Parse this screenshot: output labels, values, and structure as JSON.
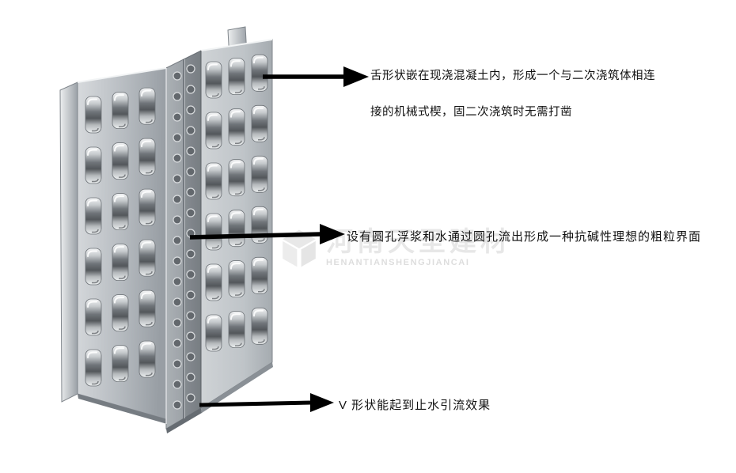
{
  "page": {
    "background": "#ffffff"
  },
  "annotations": [
    {
      "id": "tongue-note",
      "lines": [
        "舌形状嵌在现浇混凝土内，形成一个与二次浇筑体相连",
        "接的机械式楔，固二次浇筑时无需打凿"
      ]
    },
    {
      "id": "holes-note",
      "lines": [
        "设有圆孔浮浆和水通过圆孔流出形成一种抗碱性理想的粗粒界面"
      ]
    },
    {
      "id": "v-shape-note",
      "lines": [
        "V 形状能起到止水引流效果"
      ]
    }
  ],
  "watermark": {
    "logo_icon": "cube-logo",
    "name_cn": "河南天圣建材",
    "name_en": "HENANTIANSHENGJIANCAI"
  },
  "colors": {
    "arrow": "#000000",
    "text": "#111111",
    "panel_light": "#d7dadd",
    "panel_mid": "#b6bbc0",
    "panel_dark": "#82888e"
  }
}
